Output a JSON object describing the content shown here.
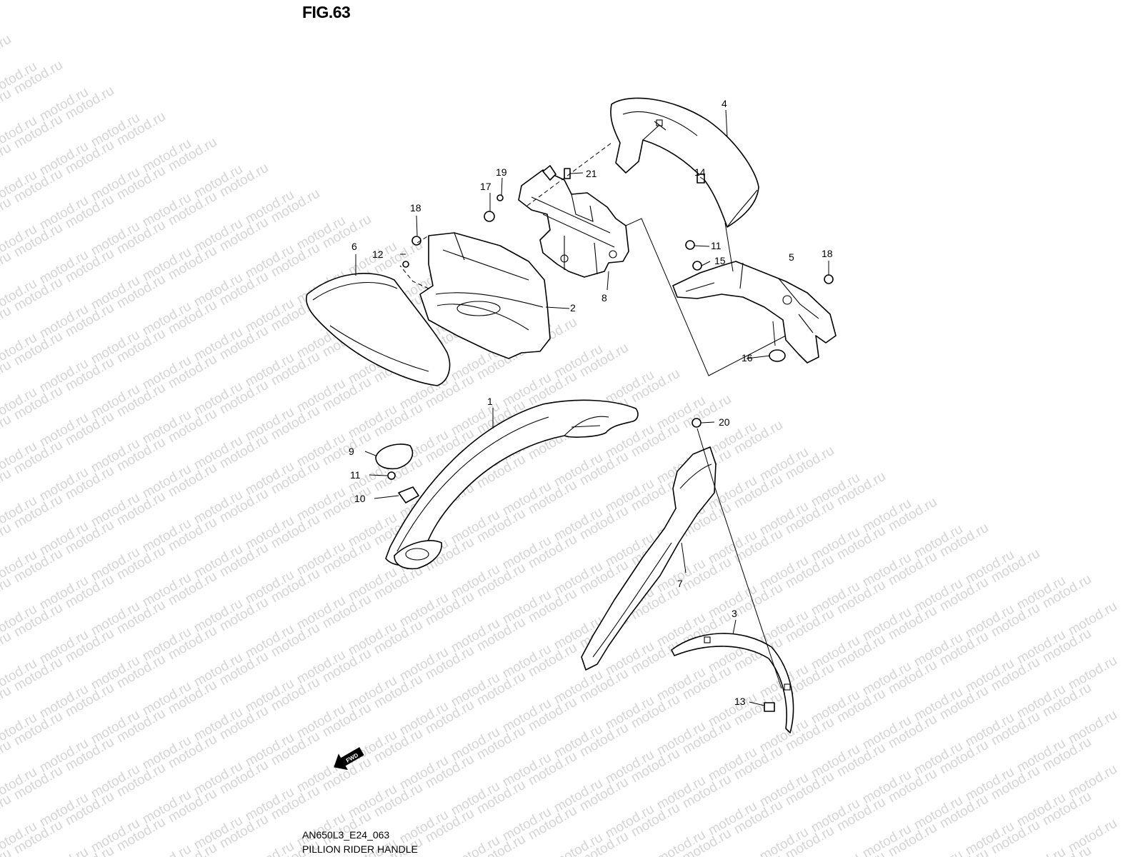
{
  "figure": {
    "title": "FIG.63",
    "code": "AN650L3_E24_063",
    "caption": "PILLION RIDER HANDLE"
  },
  "watermark": {
    "text": "motod.ru",
    "color": "#d4d4d4"
  },
  "fwd_arrow": {
    "text": "FWD"
  },
  "callouts": {
    "c1": "1",
    "c2": "2",
    "c3": "3",
    "c4": "4",
    "c5": "5",
    "c6": "6",
    "c7": "7",
    "c8": "8",
    "c9": "9",
    "c10": "10",
    "c11a": "11",
    "c11b": "11",
    "c12": "12",
    "c13": "13",
    "c14": "14",
    "c15": "15",
    "c16": "16",
    "c17": "17",
    "c18a": "18",
    "c18b": "18",
    "c19": "19",
    "c20": "20",
    "c21": "21"
  }
}
